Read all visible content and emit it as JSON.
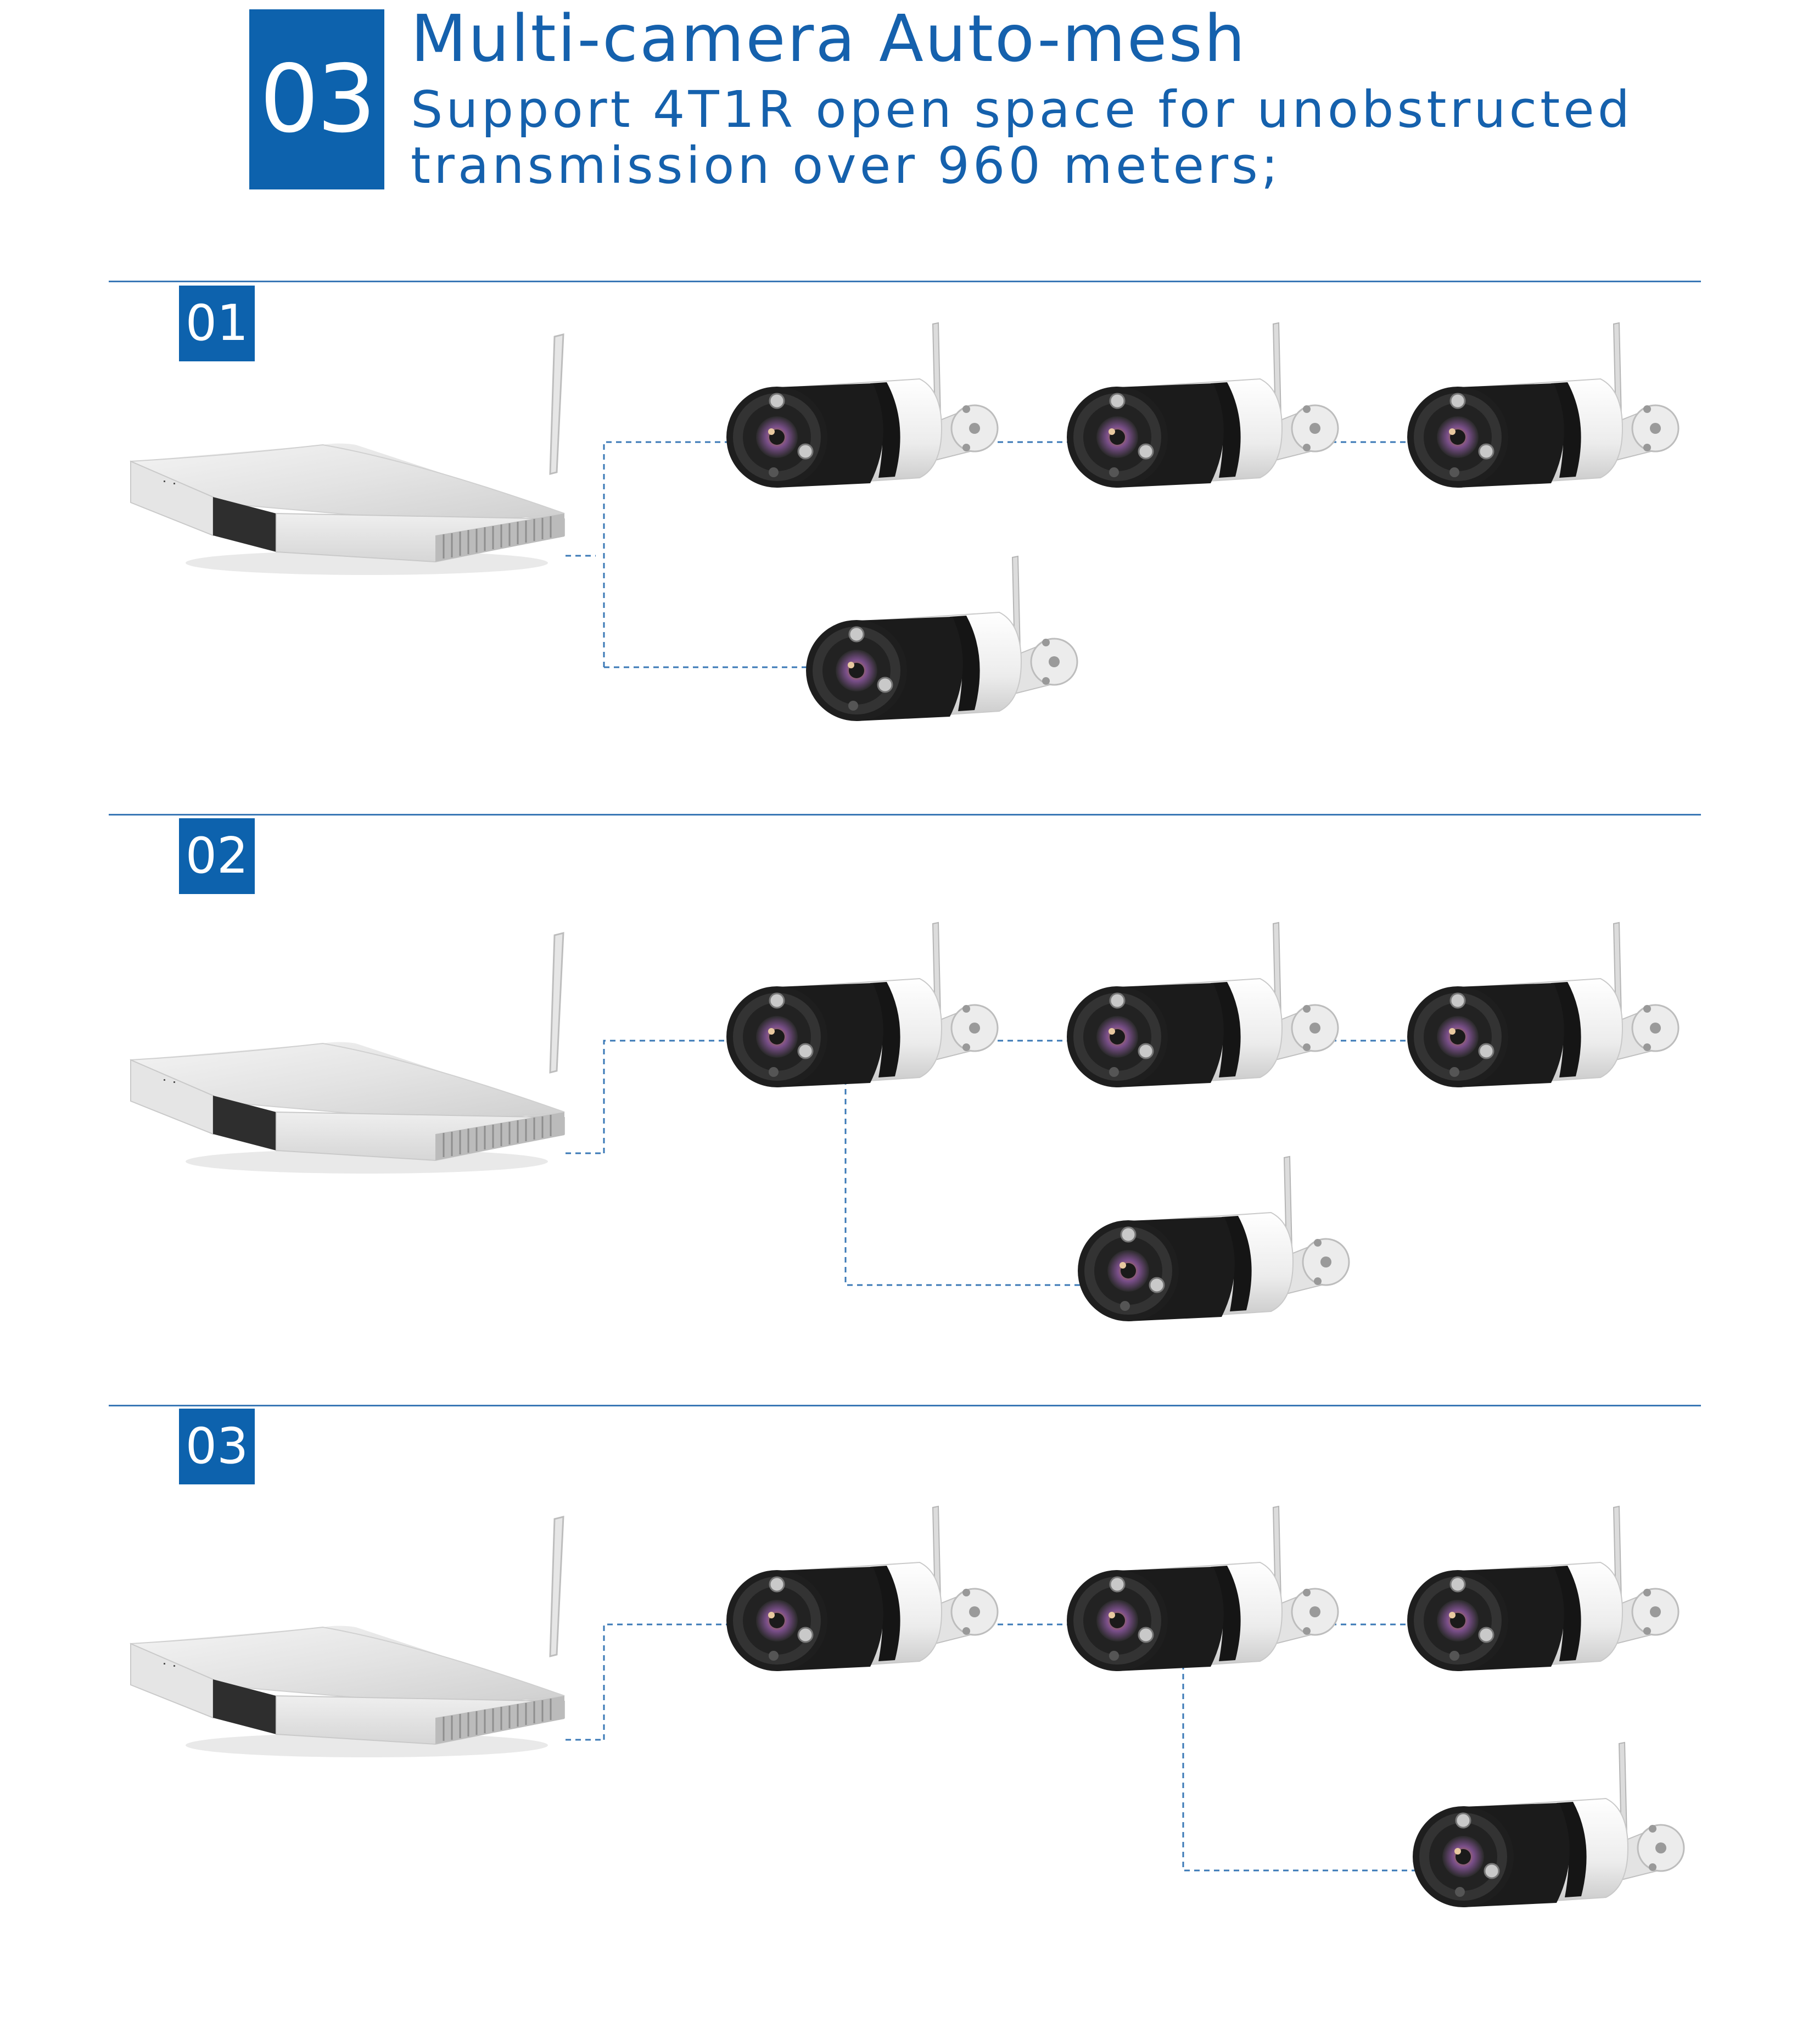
{
  "header": {
    "number": "03",
    "title": "Multi-camera Auto-mesh",
    "subtitle_line1": "Support 4T1R open space for unobstructed",
    "subtitle_line2": "transmission over 960 meters;"
  },
  "scenarios": [
    {
      "label": "01",
      "topology": "star: NVR linked to camera row and to camera below"
    },
    {
      "label": "02",
      "topology": "chain with branch from first camera"
    },
    {
      "label": "03",
      "topology": "chain with branch from second camera"
    }
  ],
  "colors": {
    "accent": "#0d62ad",
    "link": "#3a78b6"
  },
  "icons": [
    "nvr-recorder-icon",
    "bullet-camera-icon"
  ]
}
